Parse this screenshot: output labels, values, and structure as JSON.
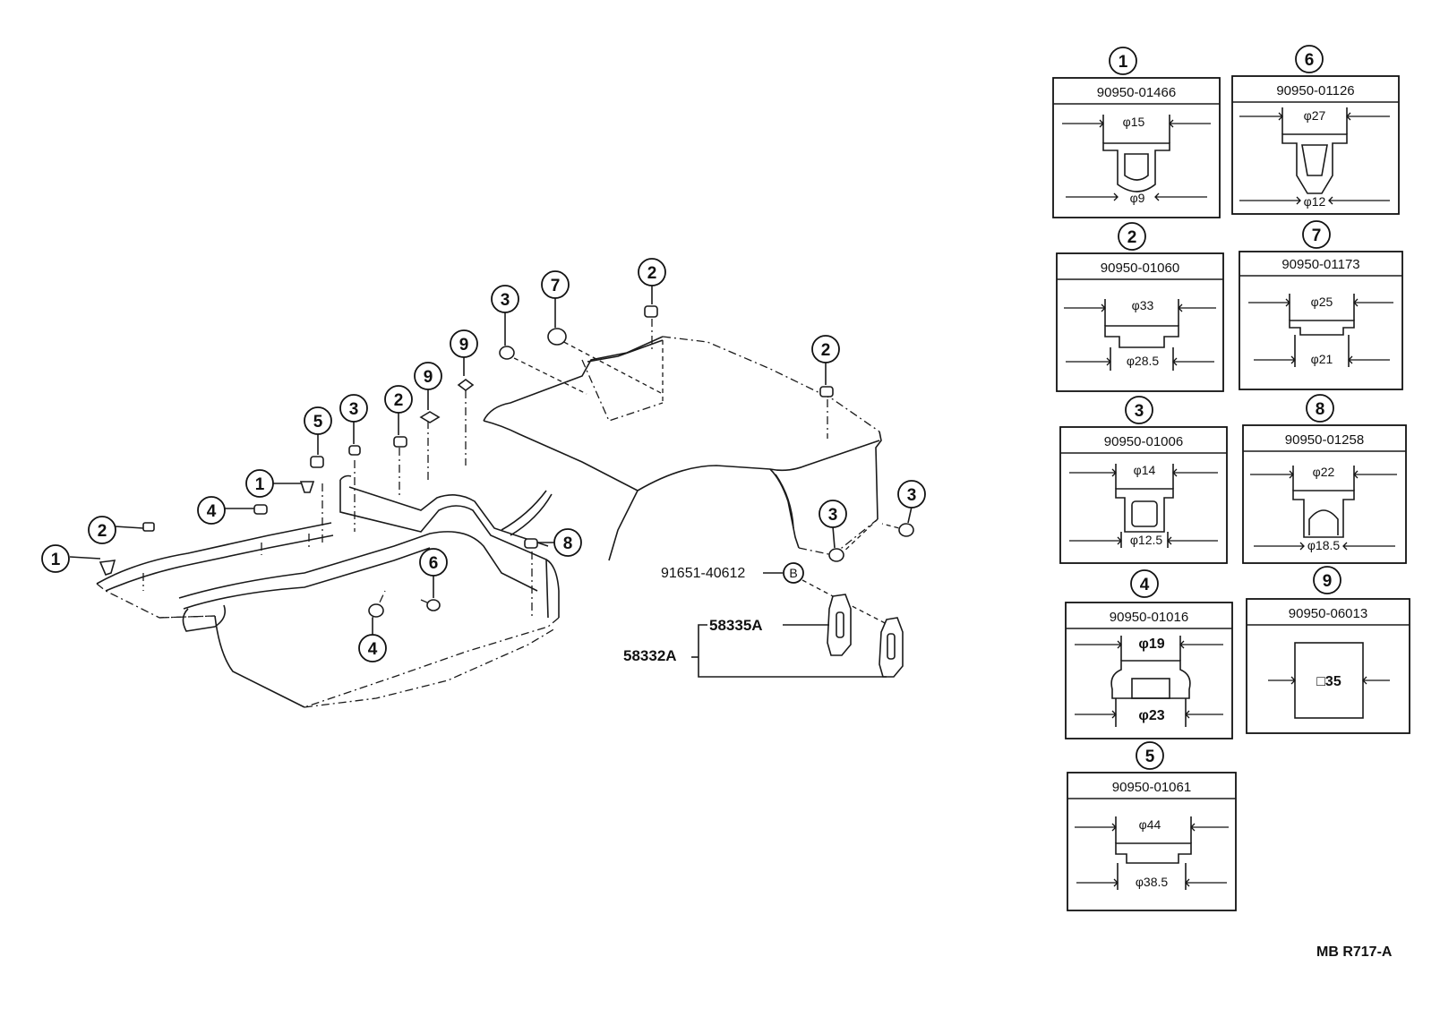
{
  "diagram": {
    "reference_code": "MB R717-A",
    "callouts_on_floor": [
      "1",
      "2",
      "4",
      "5",
      "1",
      "3",
      "2",
      "9",
      "9",
      "3",
      "7",
      "2",
      "2",
      "3",
      "3",
      "6",
      "4",
      "8"
    ],
    "part_labels": {
      "bolt_pn": "91651-40612",
      "bolt_marker": "B",
      "clip_a": "58335A",
      "clip_b": "58332A"
    },
    "detail_boxes": [
      {
        "num": "1",
        "pn": "90950-01466",
        "top": "φ15",
        "bottom": "φ9"
      },
      {
        "num": "6",
        "pn": "90950-01126",
        "top": "φ27",
        "bottom": "φ12"
      },
      {
        "num": "2",
        "pn": "90950-01060",
        "top": "φ33",
        "bottom": "φ28.5"
      },
      {
        "num": "7",
        "pn": "90950-01173",
        "top": "φ25",
        "bottom": "φ21"
      },
      {
        "num": "3",
        "pn": "90950-01006",
        "top": "φ14",
        "bottom": "φ12.5"
      },
      {
        "num": "8",
        "pn": "90950-01258",
        "top": "φ22",
        "bottom": "φ18.5"
      },
      {
        "num": "4",
        "pn": "90950-01016",
        "top": "φ19",
        "bottom": "φ23"
      },
      {
        "num": "9",
        "pn": "90950-06013",
        "top": "□35",
        "bottom": ""
      },
      {
        "num": "5",
        "pn": "90950-01061",
        "top": "φ44",
        "bottom": "φ38.5"
      }
    ]
  }
}
